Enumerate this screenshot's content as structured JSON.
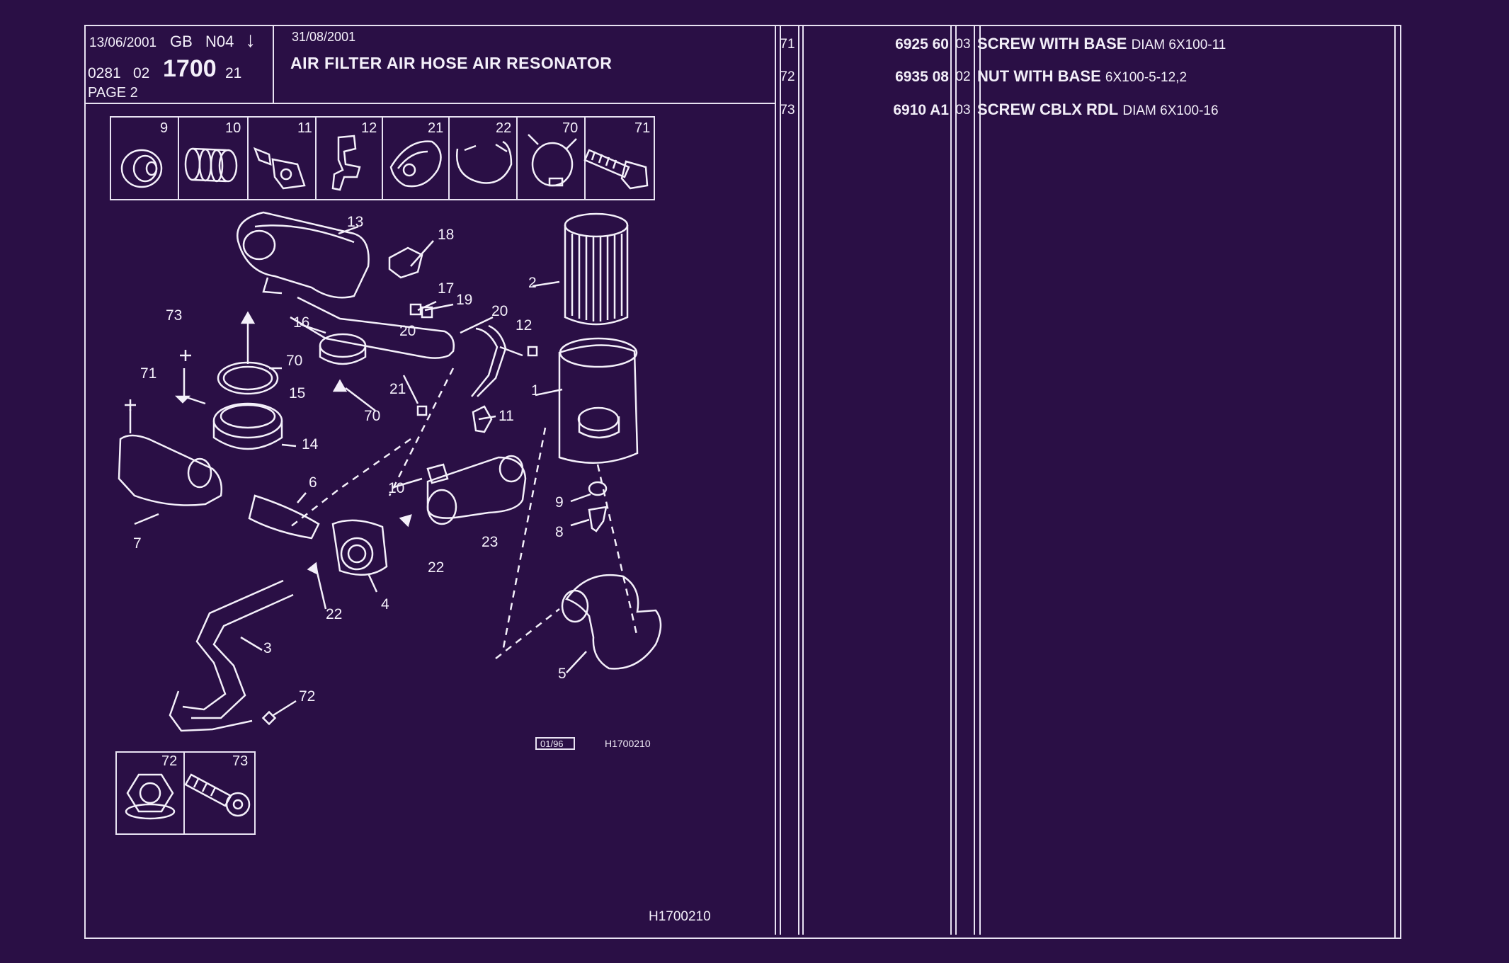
{
  "header": {
    "date_left": "13/06/2001",
    "lang": "GB",
    "model": "N04",
    "arrow": "↓",
    "code_a": "0281",
    "code_b": "02",
    "code_main": "1700",
    "code_c": "21",
    "page": "PAGE 2",
    "date_right": "31/08/2001",
    "title": "AIR FILTER AIR HOSE AIR RESONATOR"
  },
  "thumbs_top": [
    "9",
    "10",
    "11",
    "12",
    "21",
    "22",
    "70",
    "71"
  ],
  "thumbs_bottom": [
    "72",
    "73"
  ],
  "callouts": [
    "13",
    "18",
    "2",
    "17",
    "19",
    "20",
    "12",
    "73",
    "16",
    "20",
    "70",
    "71",
    "15",
    "21",
    "1",
    "70",
    "11",
    "14",
    "6",
    "10",
    "9",
    "7",
    "23",
    "8",
    "22",
    "22",
    "4",
    "3",
    "72",
    "5"
  ],
  "stamp_box": "01/96",
  "figure_ref": "H1700210",
  "figure_ref_bottom": "H1700210",
  "parts": [
    {
      "ref": "71",
      "code": "6925 60",
      "var": "03",
      "name": "SCREW WITH BASE",
      "spec": "DIAM 6X100-11"
    },
    {
      "ref": "72",
      "code": "6935 08",
      "var": "02",
      "name": "NUT WITH BASE",
      "spec": "6X100-5-12,2"
    },
    {
      "ref": "73",
      "code": "6910 A1",
      "var": "03",
      "name": "SCREW CBLX RDL",
      "spec": "DIAM 6X100-16"
    }
  ],
  "colors": {
    "background": "#2a0f45",
    "ink": "#f4f0fa"
  }
}
